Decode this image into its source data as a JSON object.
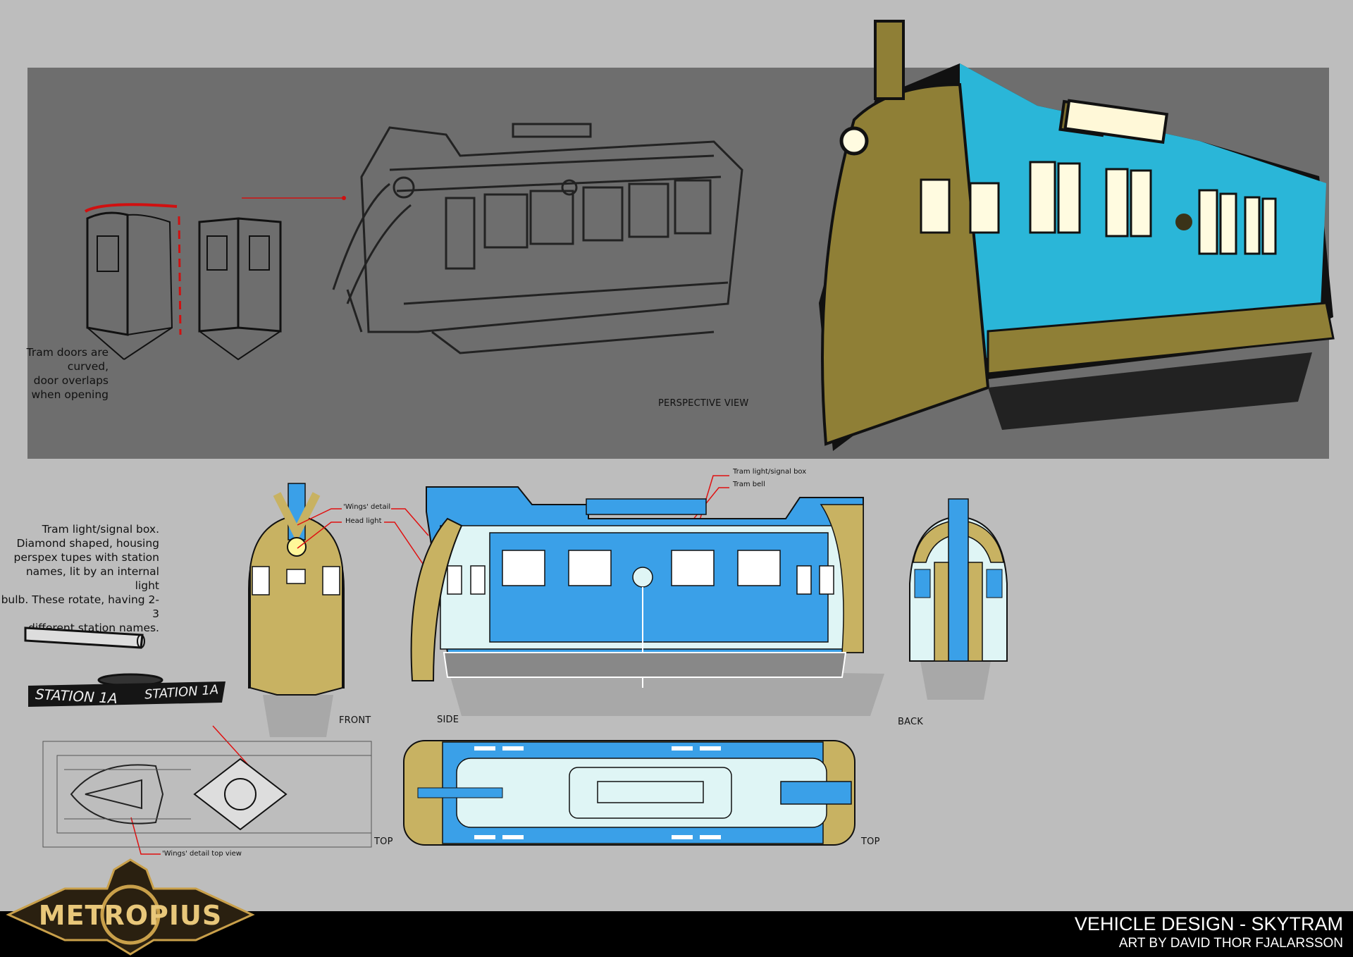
{
  "sheet": {
    "title": "VEHICLE DESIGN - SKYTRAM",
    "credit": "ART BY DAVID THOR FJALARSSON",
    "logo_text": "METROPIUS"
  },
  "perspective": {
    "doors_note": "Tram doors are\ncurved,\ndoor overlaps\nwhen opening",
    "view_label": "PERSPECTIVE VIEW"
  },
  "callouts": {
    "signal_box_note": "Tram light/signal box.\nDiamond shaped, housing\nperspex tupes with station\nnames, lit by an internal light\nbulb. These rotate, having 2-3\ndifferent station names.",
    "station_sign": "STATION 1A",
    "wings_detail": "'Wings' detail",
    "head_light": "Head light",
    "tram_light_signal_box": "Tram light/signal box",
    "tram_bell": "Tram bell",
    "wings_top_view": "'Wings' detail top view"
  },
  "views": {
    "front": "FRONT",
    "side": "SIDE",
    "back": "BACK",
    "top_sketch": "TOP",
    "top_color": "TOP"
  },
  "colors": {
    "background": "#bdbdbd",
    "panel": "#6e6e6e",
    "tram_blue": "#3aa0e8",
    "tram_gold": "#c8b262",
    "pale_cyan": "#dff5f5",
    "callout_red": "#e01010"
  }
}
